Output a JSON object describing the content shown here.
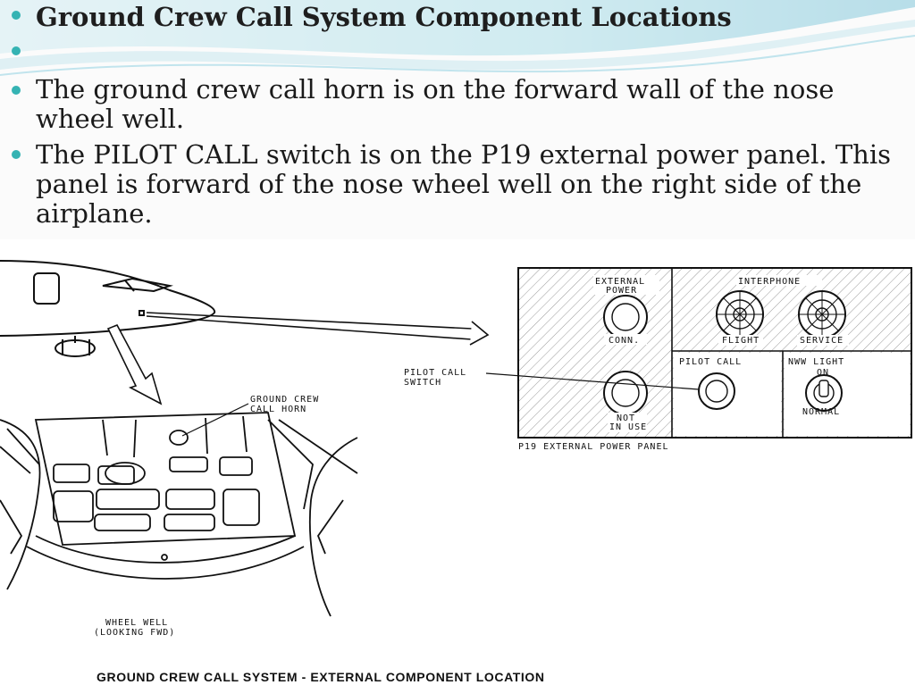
{
  "slide": {
    "title": "Ground Crew Call System Component Locations",
    "bullet_1": "The ground crew call horn is on the forward wall of the nose wheel well.",
    "bullet_2": "The PILOT CALL switch is on the P19 external power panel. This panel is forward of the nose wheel well on the right side of the airplane."
  },
  "diagram": {
    "callout_horn_1": "GROUND CREW",
    "callout_horn_2": "CALL HORN",
    "callout_switch_1": "PILOT CALL",
    "callout_switch_2": "SWITCH",
    "wheel_well_1": "WHEEL WELL",
    "wheel_well_2": "(LOOKING FWD)",
    "panel": {
      "external_power_1": "EXTERNAL",
      "external_power_2": "POWER",
      "conn": "CONN.",
      "not_in_use_1": "NOT",
      "not_in_use_2": "IN USE",
      "interphone": "INTERPHONE",
      "flight": "FLIGHT",
      "service": "SERVICE",
      "pilot_call": "PILOT CALL",
      "nww_light": "NWW LIGHT",
      "on": "ON",
      "normal": "NORMAL",
      "panel_label": "P19 EXTERNAL POWER PANEL"
    },
    "caption": "GROUND CREW CALL SYSTEM - EXTERNAL COMPONENT LOCATION"
  },
  "colors": {
    "bullet": "#35b3b3",
    "swoosh": "#7fd0e0",
    "line": "#111111"
  }
}
